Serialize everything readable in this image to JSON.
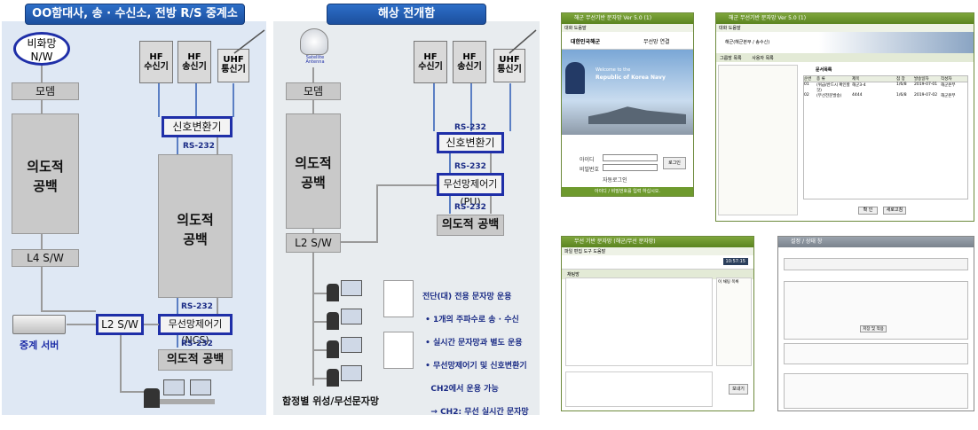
{
  "left_panel": {
    "title": "OO함대사, 송 · 수신소, 전방 R/S 중계소",
    "cloud": "비화망\nN/W",
    "modem": "모뎀",
    "blank1": "의도적\n공백",
    "blank2": "의도적\n공백",
    "blank3": "의도적 공백",
    "hf_rx": "HF\n수신기",
    "hf_tx": "HF\n송신기",
    "uhf": "UHF\n통신기",
    "sig_conv": "신호변환기",
    "rs232_a": "RS-232",
    "rs232_b": "RS-232",
    "rs232_c": "RS-232",
    "ncs": "무선망제어기(NCS)",
    "l4": "L4 S/W",
    "l2": "L2 S/W",
    "server": "중계 서버"
  },
  "middle_panel": {
    "title": "해상 전개함",
    "antenna_label": "Satellite\nAntenna",
    "modem": "모뎀",
    "blank1": "의도적\n공백",
    "blank2": "의도적 공백",
    "hf_rx": "HF\n수신기",
    "hf_tx": "HF\n송신기",
    "uhf": "UHF\n통신기",
    "rs232_a": "RS-232",
    "rs232_b": "RS-232",
    "rs232_c": "RS-232",
    "sig_conv": "신호변환기",
    "pu": "무선망제어기(PU)",
    "l2": "L2 S/W",
    "bottom": "함정별 위성/무선문자망",
    "notes": [
      "전단(대) 전용 문자망 운용",
      " • 1개의 주파수로 송 · 수신",
      " • 실시간 문자망과 별도 운용",
      " • 무선망제어기 및 신호변환기",
      "   CH2에서 운용 가능",
      "   → CH2: 무선 실시간 문자망"
    ]
  },
  "screens": {
    "login": {
      "title": "해군 무선기반 문자망 Ver 5.0 (1)",
      "menu": [
        "대화",
        "도움말"
      ],
      "logo": "대한민국해군",
      "connect": "무선망 연결",
      "welcome1": "Welcome to the",
      "welcome2": "Republic of Korea Navy",
      "id_label": "아이디",
      "pw_label": "비밀번호",
      "login_btn": "로그인",
      "auto": "자동로그인",
      "status": "아이디 / 비밀번호를 입력 하십시오."
    },
    "list": {
      "title": "해군 무선기반 문자망 Ver 5.0 (1)",
      "menu": [
        "대화",
        "도움말"
      ],
      "user": "해군(해군본부 / 송수신)",
      "tabs": [
        "그룹방 목록",
        "사용자 목록"
      ],
      "section": "문서목록",
      "headers": [
        "순번",
        "종 류",
        "제목",
        "첨 장",
        "발송일자",
        "작성자"
      ],
      "rows": [
        [
          "01",
          "(위급/반드시 확인할것)",
          "해군3-4",
          "1/6/8",
          "2019-07-01",
          "해군본부"
        ],
        [
          "02",
          "(무선전문발송)",
          "4444",
          "1/6/8",
          "2019-07-02",
          "해군본부"
        ]
      ],
      "btn_ok": "확 인",
      "btn_cancel": "새로고침"
    },
    "chat": {
      "title": "무선 기반 문자망 (해군/무선 문자망)",
      "menu": [
        "파일",
        "편집",
        "도구",
        "도움말"
      ],
      "clock": "10:57:15",
      "room": "채팅방",
      "side_title": "이 채팅 목록",
      "send": "보내기"
    },
    "settings": {
      "title": "설정 / 상태 창",
      "btn": "저장 및 적용"
    }
  },
  "colors": {
    "banner": "#1c4f9e",
    "blue_border": "#1f2fa8",
    "label": "#1b2c86",
    "win_title": "#5a8420"
  }
}
